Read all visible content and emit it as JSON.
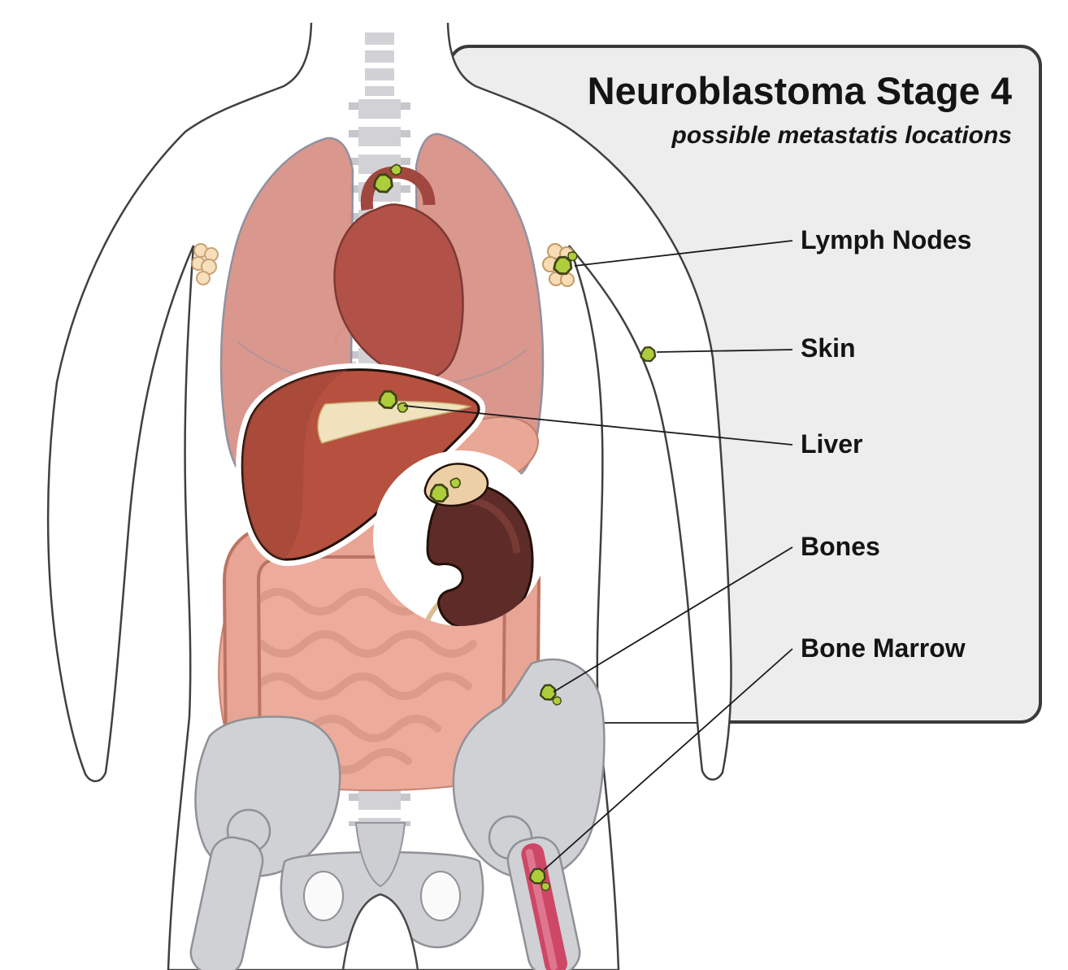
{
  "header": {
    "title": "Neuroblastoma Stage 4",
    "subtitle": "possible metastatis locations"
  },
  "callouts": [
    {
      "label": "Lymph Nodes"
    },
    {
      "label": "Skin"
    },
    {
      "label": "Liver"
    },
    {
      "label": "Bones"
    },
    {
      "label": "Bone Marrow"
    }
  ],
  "colors": {
    "panel_bg": "#ededee",
    "panel_border": "#3a3a3a",
    "tumor_fill": "#aecd3a",
    "tumor_outline": "#3f4419",
    "body_outline": "#404040",
    "lung": "#d99287",
    "heart": "#b25148",
    "liver": "#b6503f",
    "liver_ligament": "#f0e2bd",
    "stomach": "#e9a795",
    "intestine": "#ecab9b",
    "colon": "#e8a494",
    "bone": "#d0d1d5",
    "bone_outline": "#8f9196",
    "bone_marrow": "#ce4766",
    "kidney": "#5e2c28",
    "adrenal": "#eccfa4",
    "lymph_node": "#f8dcb4",
    "spine": "#d2d2d6",
    "connector_line": "#1a1a1a"
  }
}
